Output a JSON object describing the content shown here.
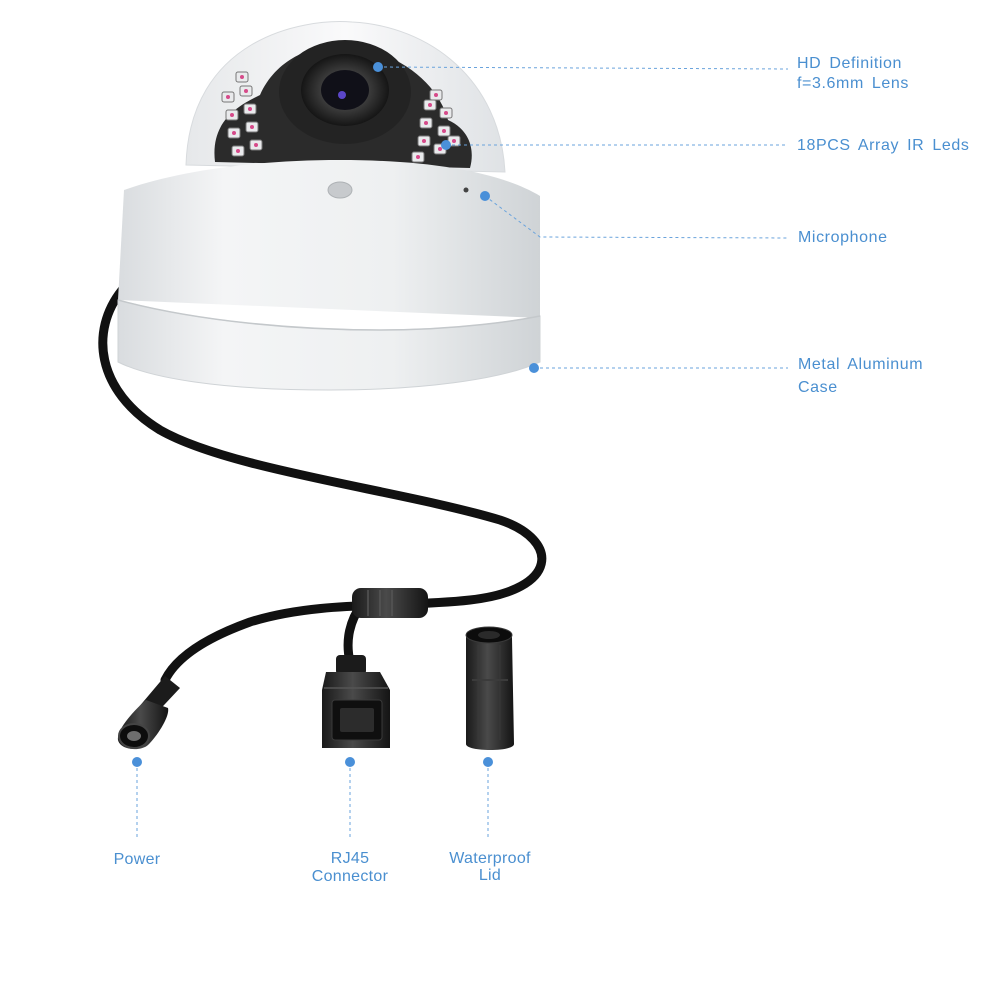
{
  "colors": {
    "label": "#4a8fd0",
    "leader": "#6aa3dc",
    "dot": "#4a90d9",
    "housing": "#eceef0",
    "dome_glass": "#f2f3f5",
    "lens_body": "#2a2a2a",
    "cable": "#111111"
  },
  "callouts": {
    "lens": {
      "line1": "HD Definition",
      "line2": "f=3.6mm Lens"
    },
    "ir_leds": {
      "line1": "18PCS Array IR Leds"
    },
    "microphone": {
      "line1": "Microphone"
    },
    "case": {
      "line1": "Metal Aluminum",
      "line2": "Case"
    },
    "power": {
      "line1": "Power"
    },
    "rj45": {
      "line1": "RJ45",
      "line2": "Connector"
    },
    "lid": {
      "line1": "Waterproof",
      "line2": "Lid"
    }
  }
}
